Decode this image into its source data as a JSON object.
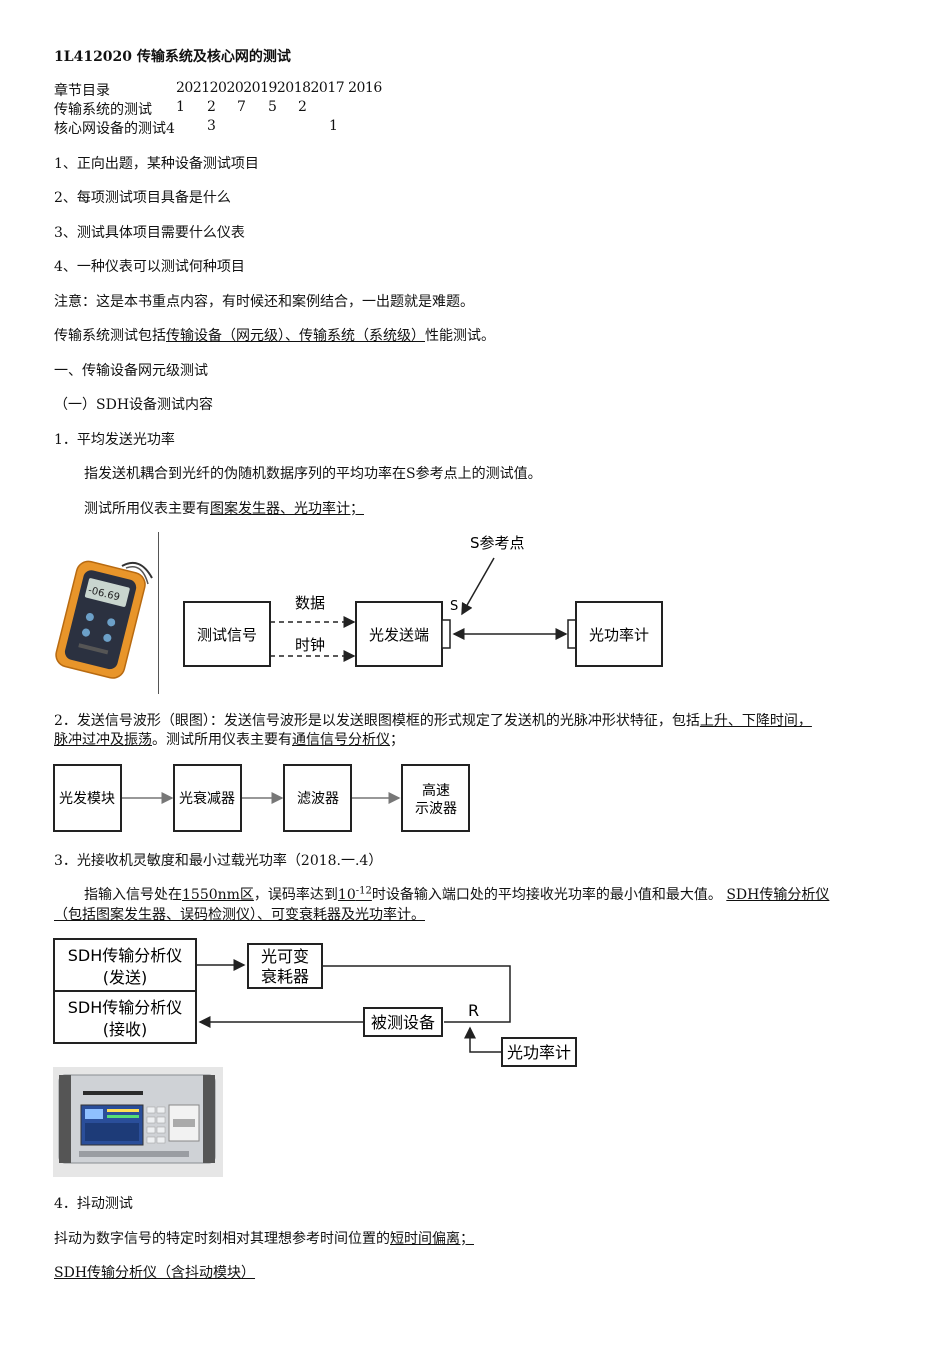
{
  "title": "1L412020 传输系统及核心网的测试",
  "table": {
    "row1_label": "章节目录",
    "row1_value": "20212020201920182017 2016",
    "row2_label": "传输系统的测试",
    "row2_values": [
      "1",
      "2",
      "7",
      "5",
      "2"
    ],
    "row3_label": "核心网设备的测试4",
    "row3_values": [
      "3",
      "1"
    ]
  },
  "items": [
    "1、正向出题，某种设备测试项目",
    "2、每项测试项目具备是什么",
    "3、测试具体项目需要什么仪表",
    "4、一种仪表可以测试何种项目"
  ],
  "note": "注意：这是本书重点内容，有时候还和案例结合，一出题就是难题。",
  "intro": {
    "prefix": "传输系统测试包括",
    "underlined": "传输设备（网元级）、传输系统（系统级）",
    "suffix": "性能测试。"
  },
  "section1": "一、传输设备网元级测试",
  "sub1": "（一）SDH设备测试内容",
  "item1": {
    "heading": "1．平均发送光功率",
    "desc": "指发送机耦合到光纤的伪随机数据序列的平均功率在S参考点上的测试值。",
    "instr_prefix": "测试所用仪表主要有",
    "instr_underlined": "图案发生器、光功率计；"
  },
  "diagram1": {
    "s_ref_label": "S参考点",
    "s_label": "S",
    "box_signal": "测试信号",
    "box_tx": "光发送端",
    "box_meter": "光功率计",
    "data_label": "数据",
    "clock_label": "时钟",
    "meter_display": "-06.69"
  },
  "item2": {
    "line1_prefix": "2．发送信号波形（眼图）：发送信号波形是以发送眼图模框的形式规定了发送机的光脉冲形状特征，包括",
    "line1_underlined": "上升、下降时间，",
    "line2_underlined_a": "脉冲过冲及振荡",
    "line2_mid": "。测试所用仪表主要有",
    "line2_underlined_b": "通信信号分析仪",
    "line2_suffix": "；"
  },
  "diagram2": {
    "boxes": [
      "光发模块",
      "光衰减器",
      "滤波器",
      "高速示波器"
    ]
  },
  "item3": {
    "heading": "3．光接收机灵敏度和最小过载光功率（2018.一.4）",
    "line1_a": "指输入信号处在",
    "line1_u1": "1550nm区",
    "line1_b": "，误码率达到",
    "line1_u2_base": "10",
    "line1_u2_sup": "-12",
    "line1_c": "时设备输入端口处的平均接收光功率的最小值和最大值。",
    "line1_u3": "SDH传输分析仪",
    "line2_underlined": "（包括图案发生器、误码检测仪）、可变衰耗器及光功率计。"
  },
  "diagram3": {
    "box_send": "SDH传输分析仪\n(发送)",
    "box_send_l1": "SDH传输分析仪",
    "box_send_l2": "(发送)",
    "box_recv_l1": "SDH传输分析仪",
    "box_recv_l2": "(接收)",
    "box_att_l1": "光可变",
    "box_att_l2": "衰耗器",
    "box_dut": "被测设备",
    "r_label": "R",
    "box_meter": "光功率计"
  },
  "item4": {
    "heading": "4．抖动测试",
    "desc_prefix": "抖动为数字信号的特定时刻相对其理想参考时间位置的",
    "desc_underlined": "短时间偏离；",
    "instr_underlined": "SDH传输分析仪（含抖动模块）"
  }
}
